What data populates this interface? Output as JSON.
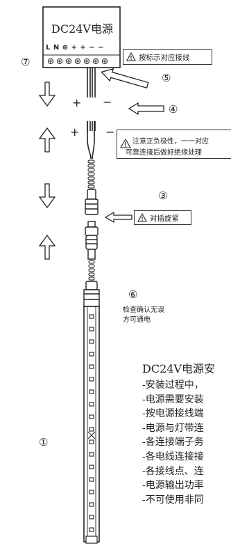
{
  "psu": {
    "title": "DC24V电源",
    "terminal_labels": "L N ⊕ + + − −",
    "marker": "⑦"
  },
  "warnings": {
    "terminal": "按标示对应接线",
    "polarity_line1": "注意正负极性，一一对应",
    "polarity_line2": "可靠连接后做好绝缘处理",
    "connector": "对插旋紧"
  },
  "markers": {
    "m1": "①",
    "m3": "③",
    "m4": "④",
    "m5": "⑤",
    "m6": "⑥"
  },
  "signs": {
    "plus_top": "+",
    "minus_top": "−",
    "plus_bottom": "+",
    "minus_bottom": "−"
  },
  "check": {
    "line1": "检查确认无误",
    "line2": "方可通电"
  },
  "notes": {
    "title": "DC24V电源安",
    "items": [
      "-安装过程中，",
      "-电源需要安装",
      "-按电源接线端",
      "-电源与灯带连",
      "-各连接端子务",
      "-各电线连接接",
      "-各接线点、连",
      "-电源输出功率",
      "-不可使用非同"
    ]
  }
}
